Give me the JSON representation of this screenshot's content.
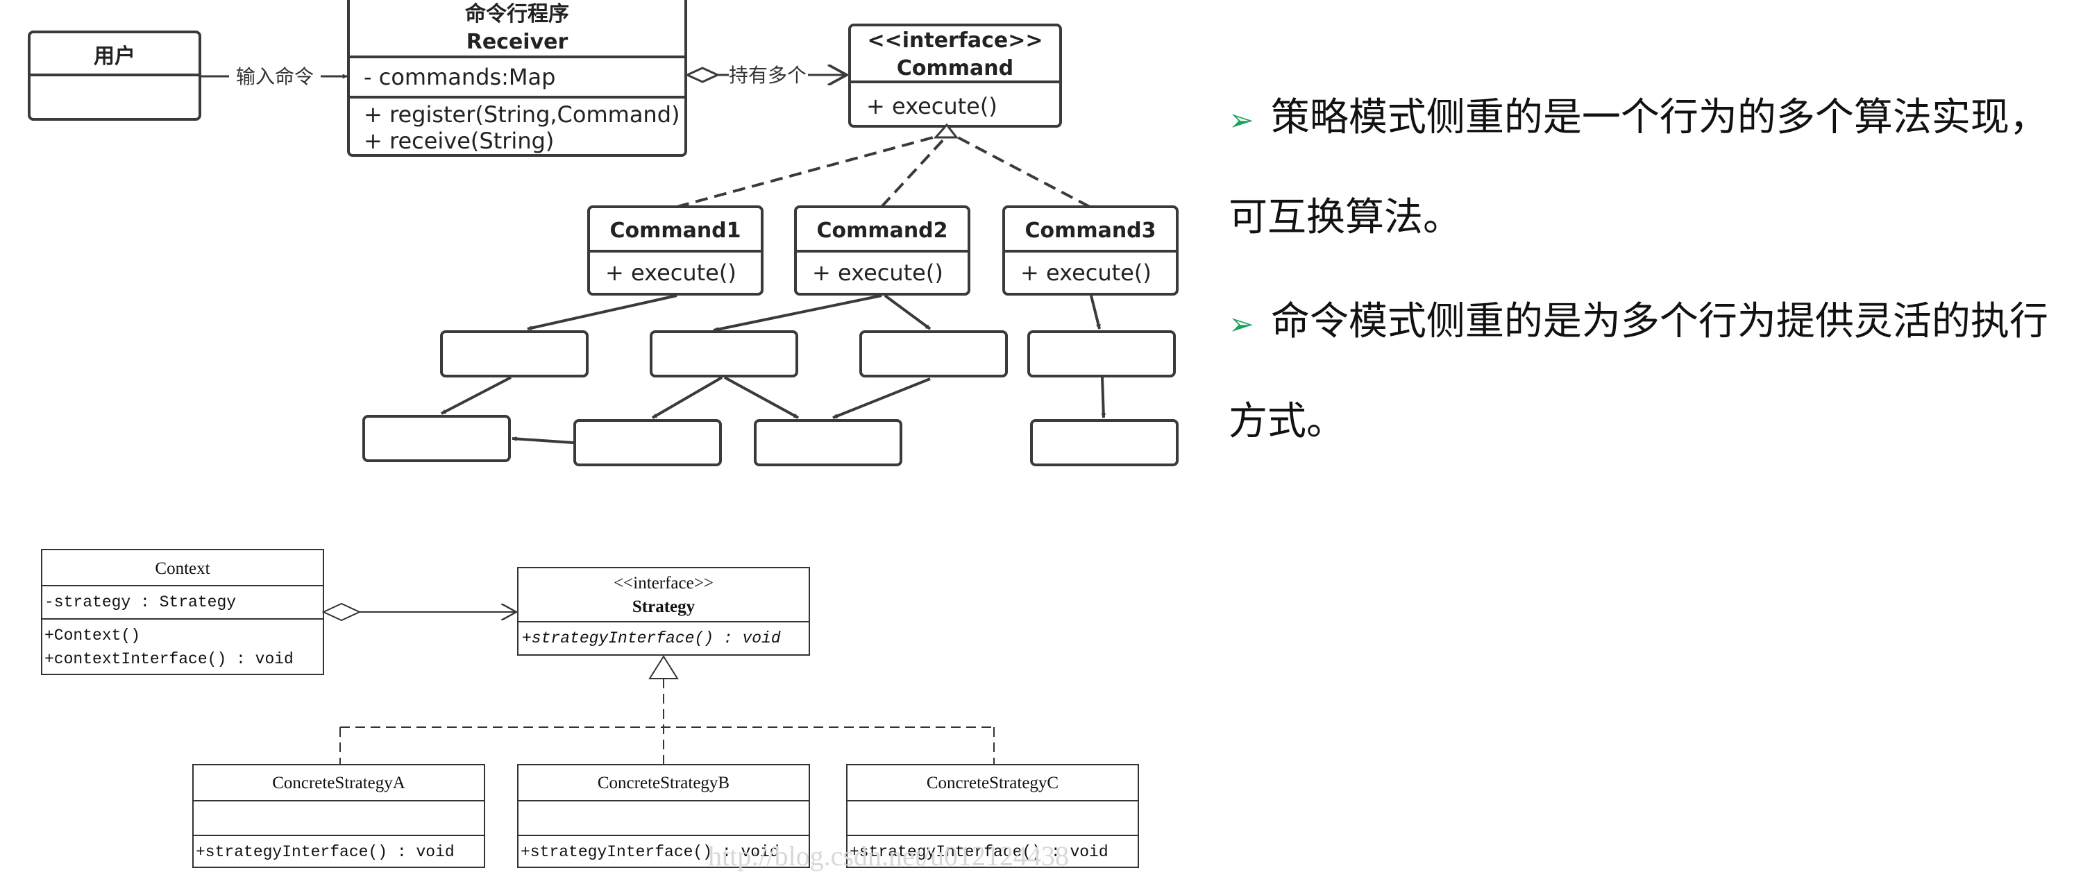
{
  "command_diagram": {
    "user": {
      "title": "用户"
    },
    "receiver": {
      "title_line1": "命令行程序",
      "title_line2": "Receiver",
      "attribute": "- commands:Map",
      "method1": "+ register(String,Command)",
      "method2": "+ receive(String)"
    },
    "command_interface": {
      "stereotype": "<<interface>>",
      "name": "Command",
      "method": "+ execute()"
    },
    "implementations": [
      {
        "name": "Command1",
        "method": "+ execute()"
      },
      {
        "name": "Command2",
        "method": "+ execute()"
      },
      {
        "name": "Command3",
        "method": "+ execute()"
      }
    ],
    "edge_input_label": "输入命令",
    "edge_hold_label": "持有多个"
  },
  "strategy_diagram": {
    "context": {
      "name": "Context",
      "attribute": "-strategy : Strategy",
      "method1": "+Context()",
      "method2": "+contextInterface() : void"
    },
    "strategy_interface": {
      "stereotype": "<<interface>>",
      "name": "Strategy",
      "method": "+strategyInterface() : void"
    },
    "concretes": [
      {
        "name": "ConcreteStrategyA",
        "method": "+strategyInterface() : void"
      },
      {
        "name": "ConcreteStrategyB",
        "method": "+strategyInterface() : void"
      },
      {
        "name": "ConcreteStrategyC",
        "method": "+strategyInterface() : void"
      }
    ]
  },
  "bullets": [
    "策略模式侧重的是一个行为的多个算法实现，可互换算法。",
    "命令模式侧重的是为多个行为提供灵活的执行方式。"
  ],
  "bullet_marker": "➢",
  "watermark": "http://blog.csdn.net/u012124438",
  "colors": {
    "bullet_marker": "#1aa35a",
    "line": "#3a3a3a",
    "watermark": "#d8d8d8"
  }
}
